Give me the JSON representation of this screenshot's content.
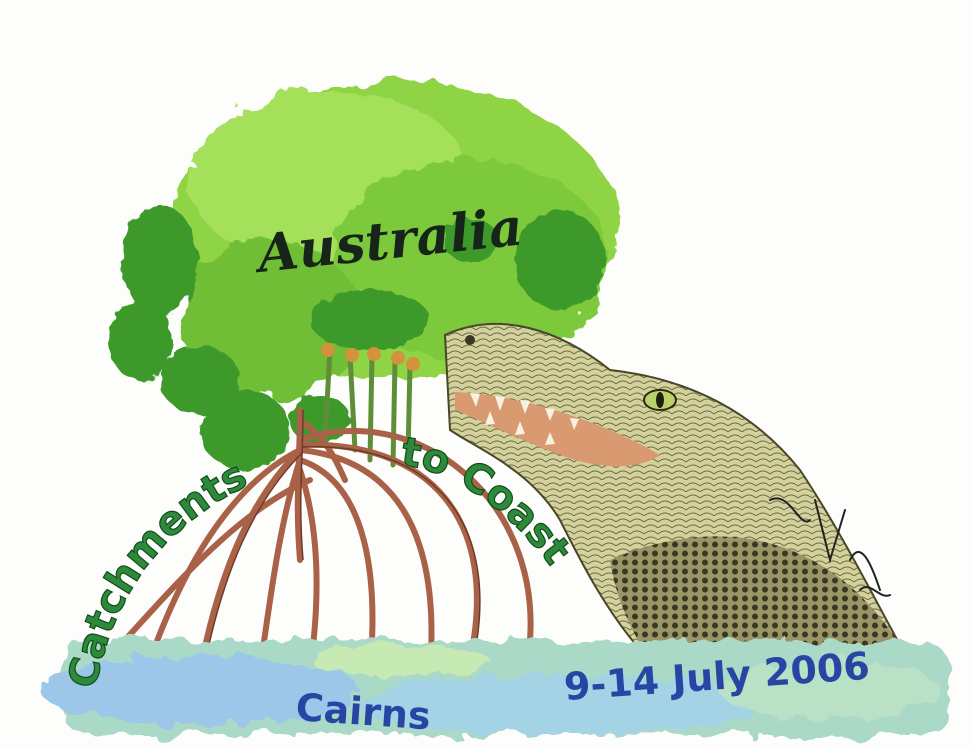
{
  "poster": {
    "country": "Australia",
    "theme_part1": "Catchments",
    "theme_part2": "to Coast",
    "city": "Cairns",
    "dates": "9-14 July 2006"
  },
  "colors": {
    "canopy": "#86cf3c",
    "canopy_dark": "#3f9a2a",
    "roots": "#b0684c",
    "water": "#a8d8c8",
    "water_blue": "#9bc6e6",
    "croc": "#cfcf9a",
    "text_green": "#2e8a3a",
    "text_blue": "#2746a3"
  }
}
